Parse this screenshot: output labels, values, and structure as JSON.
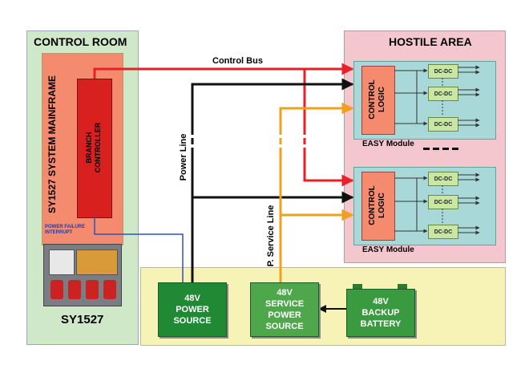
{
  "control_room": {
    "title": "CONTROL ROOM",
    "mainframe_label": "SY1527 SYSTEM MAINFRAME",
    "branch_controller": "BRANCH\nCONTROLLER",
    "power_failure": "POWER FAILURE\nINTERRUPT",
    "device_label": "SY1527"
  },
  "hostile_area": {
    "title": "HOSTILE AREA",
    "modules": [
      {
        "logic": "CONTROL\nLOGIC",
        "label": "EASY Module",
        "dcdc": [
          "DC-DC",
          "DC-DC",
          "DC-DC"
        ]
      },
      {
        "logic": "CONTROL\nLOGIC",
        "label": "EASY Module",
        "dcdc": [
          "DC-DC",
          "DC-DC",
          "DC-DC"
        ]
      }
    ]
  },
  "lines": {
    "control_bus": "Control Bus",
    "power_line": "Power Line",
    "service_line": "P. Service Line"
  },
  "sources": {
    "power": "48V\nPOWER\nSOURCE",
    "service": "48V\nSERVICE\nPOWER\nSOURCE",
    "battery": "48V\nBACKUP\nBATTERY"
  },
  "colors": {
    "control_bus": "#e8202a",
    "power_line": "#111111",
    "service_line": "#f0a020",
    "interrupt_line": "#3050c0"
  }
}
